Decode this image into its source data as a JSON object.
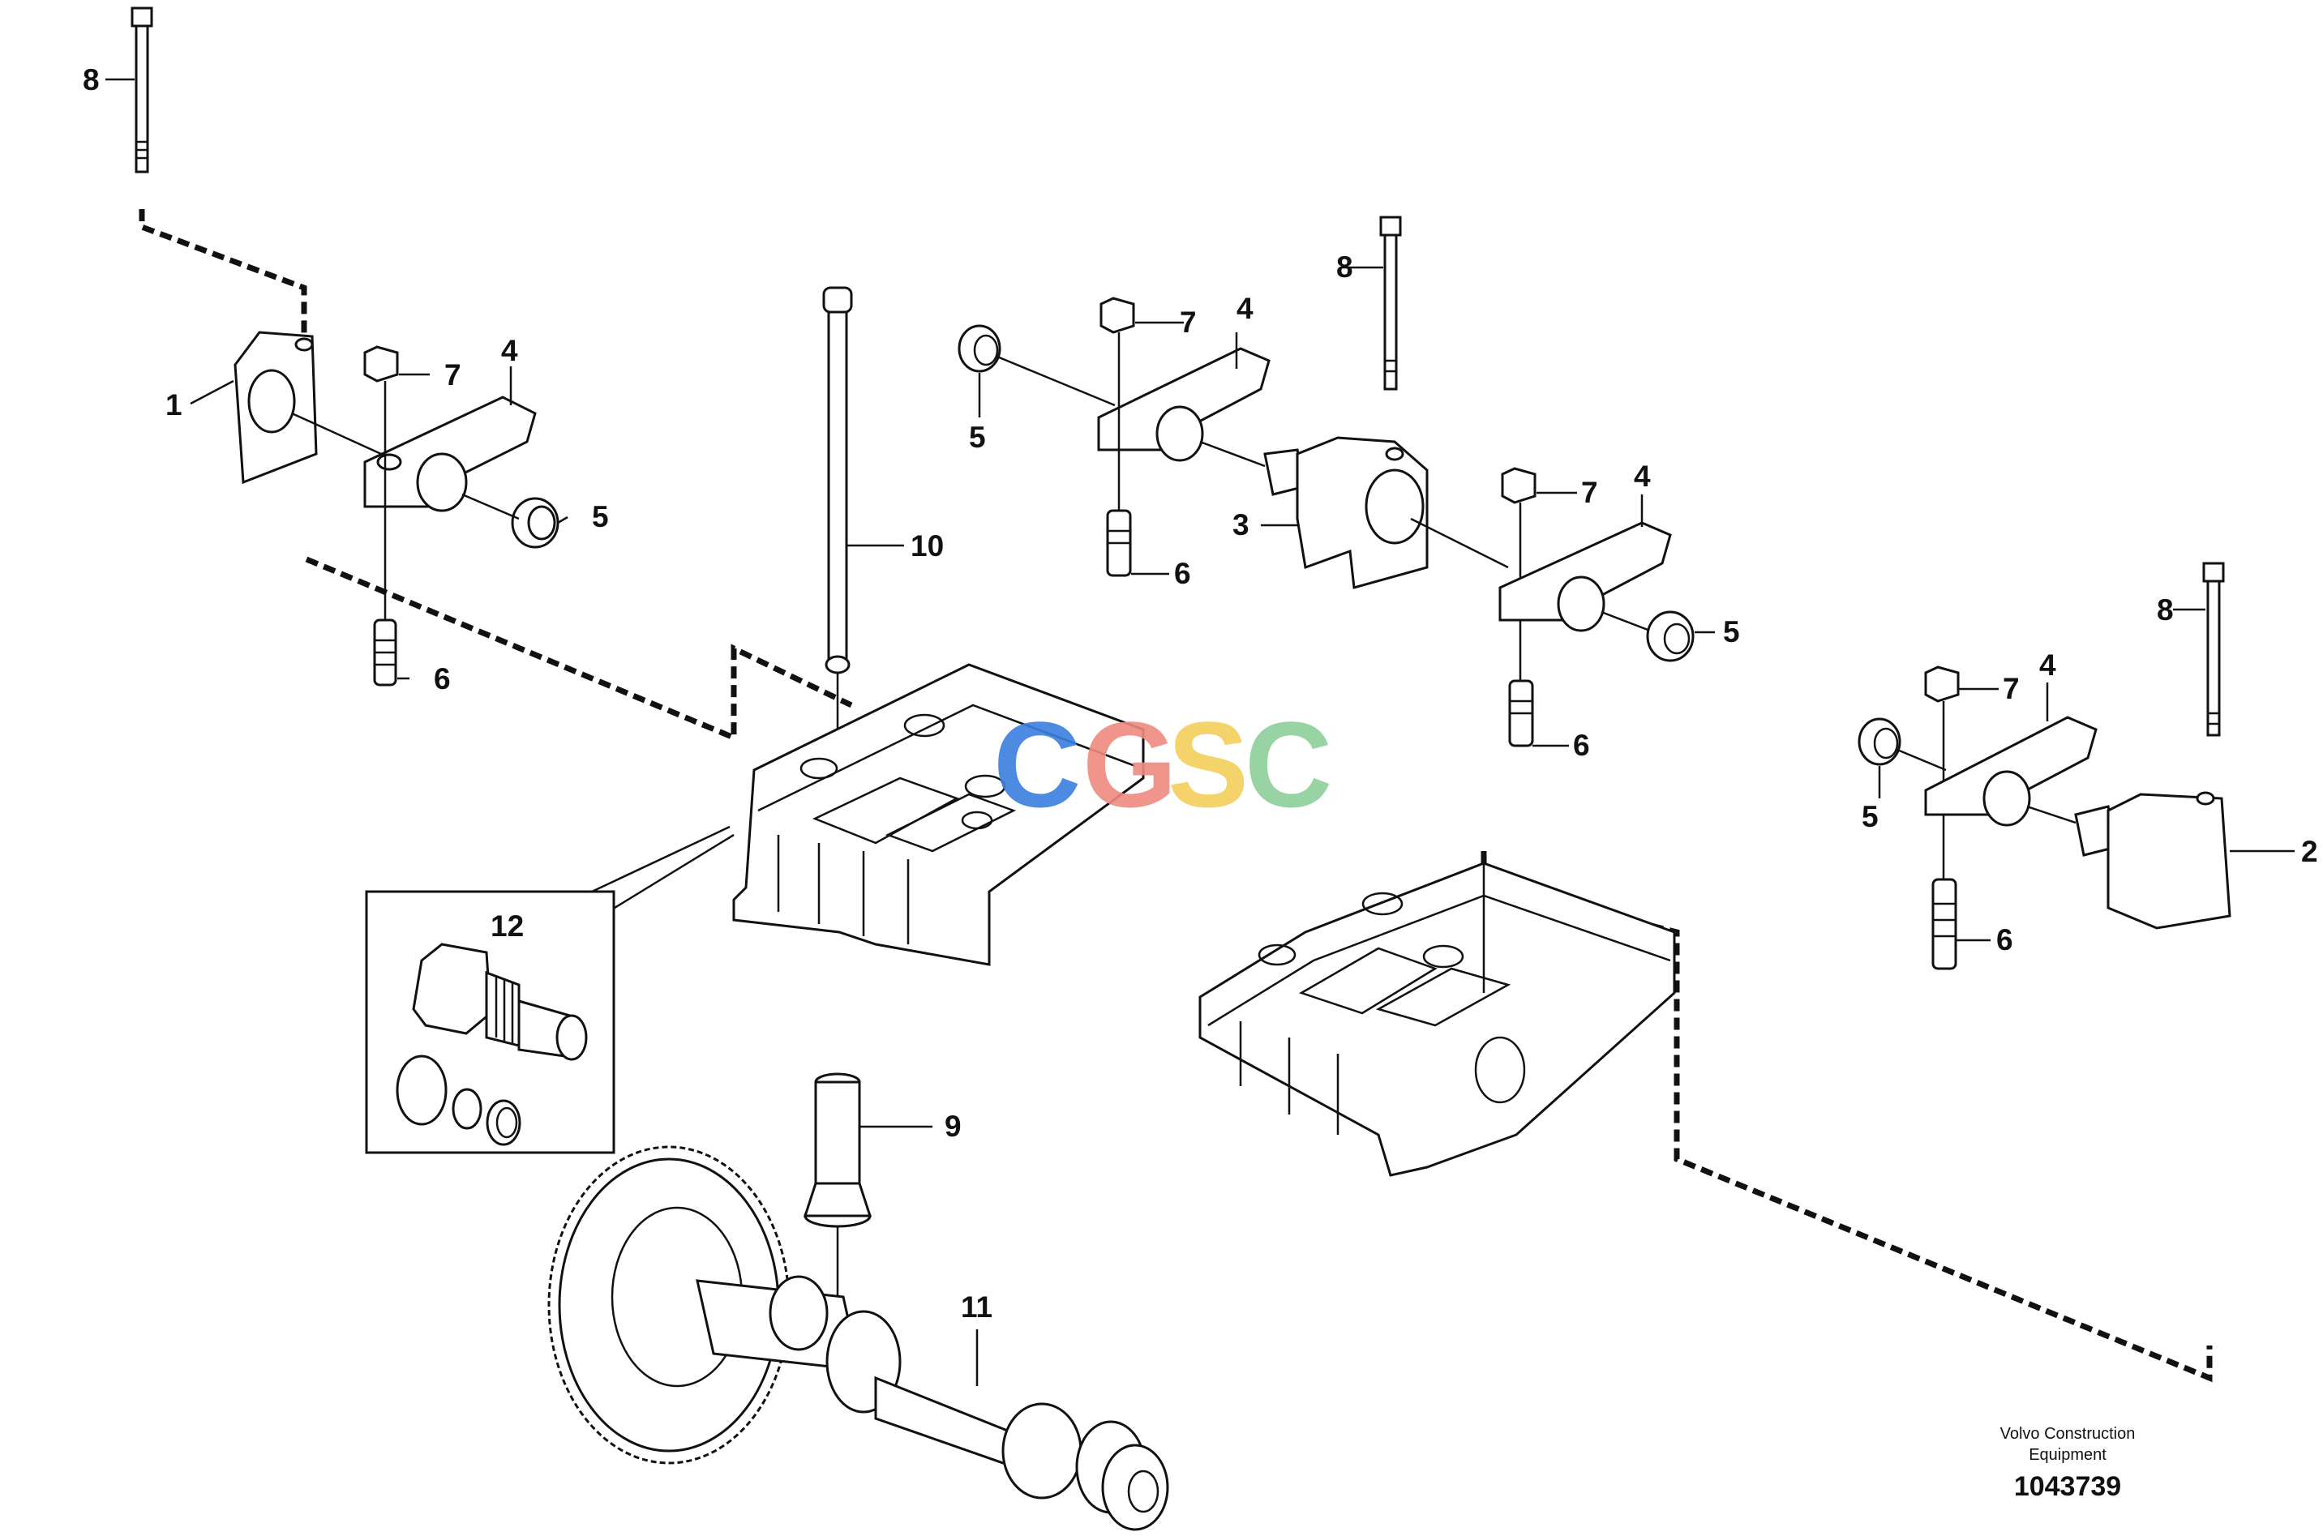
{
  "callouts": {
    "c1": "1",
    "c2": "2",
    "c3": "3",
    "c4a": "4",
    "c4b": "4",
    "c4c": "4",
    "c4d": "4",
    "c5a": "5",
    "c5b": "5",
    "c5c": "5",
    "c5d": "5",
    "c6a": "6",
    "c6b": "6",
    "c6c": "6",
    "c6d": "6",
    "c7a": "7",
    "c7b": "7",
    "c7c": "7",
    "c7d": "7",
    "c8a": "8",
    "c8b": "8",
    "c8c": "8",
    "c9": "9",
    "c10": "10",
    "c11": "11",
    "c12": "12"
  },
  "watermark": {
    "letters": [
      "C",
      "G",
      "S",
      "C"
    ],
    "colors": [
      "#3a7fe0",
      "#ef8a80",
      "#f2cf5a",
      "#8ccf9a"
    ]
  },
  "credit": {
    "line1": "Volvo Construction",
    "line2": "Equipment",
    "ref": "1043739"
  }
}
